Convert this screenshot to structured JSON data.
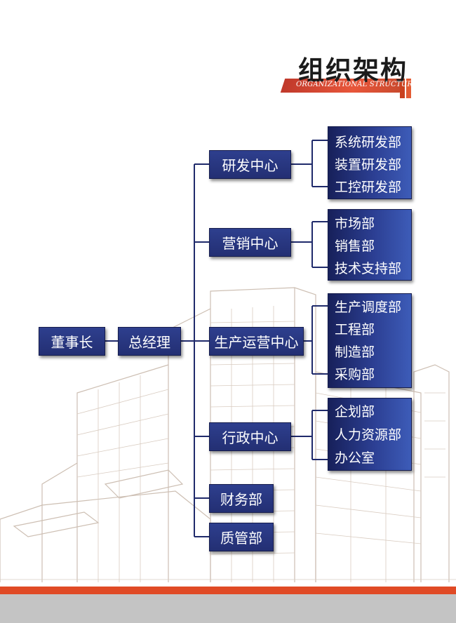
{
  "heading": {
    "title": "组织架构",
    "subtitle": "ORGANIZATIONAL STRUCTURE"
  },
  "colors": {
    "box_fill": "#283885",
    "box_border": "#161d4d",
    "line": "#1f2a6b",
    "accent_red": "#e04a25",
    "footer_gray": "#c4c4c4"
  },
  "chart": {
    "chairman": "董事长",
    "general_manager": "总经理",
    "departments": [
      {
        "name": "研发中心",
        "subs": [
          "系统研发部",
          "装置研发部",
          "工控研发部"
        ]
      },
      {
        "name": "营销中心",
        "subs": [
          "市场部",
          "销售部",
          "技术支持部"
        ]
      },
      {
        "name": "生产运营中心",
        "subs": [
          "生产调度部",
          "工程部",
          "制造部",
          "采购部"
        ]
      },
      {
        "name": "行政中心",
        "subs": [
          "企划部",
          "人力资源部",
          "办公室"
        ]
      },
      {
        "name": "财务部",
        "subs": []
      },
      {
        "name": "质管部",
        "subs": []
      }
    ]
  }
}
